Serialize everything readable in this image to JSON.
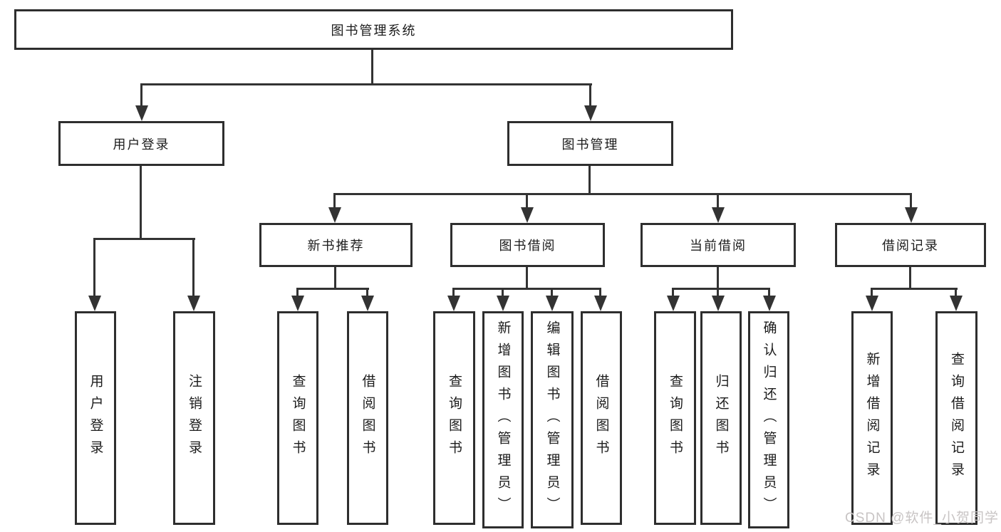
{
  "colors": {
    "line": "#333333",
    "box_border": "#2e2e2e",
    "text": "#1c1c1c",
    "background": "#ffffff",
    "watermark_text_color": "#c8c4c4"
  },
  "tree": {
    "label": "图书管理系统",
    "children": [
      {
        "label": "用户登录",
        "children": [
          {
            "label": "用户登录"
          },
          {
            "label": "注销登录"
          }
        ]
      },
      {
        "label": "图书管理",
        "children": [
          {
            "label": "新书推荐",
            "children": [
              {
                "label": "查询图书"
              },
              {
                "label": "借阅图书"
              }
            ]
          },
          {
            "label": "图书借阅",
            "children": [
              {
                "label": "查询图书"
              },
              {
                "label": "新增图书（管理员）"
              },
              {
                "label": "编辑图书（管理员）"
              },
              {
                "label": "借阅图书"
              }
            ]
          },
          {
            "label": "当前借阅",
            "children": [
              {
                "label": "查询图书"
              },
              {
                "label": "归还图书"
              },
              {
                "label": "确认归还（管理员）"
              }
            ]
          },
          {
            "label": "借阅记录",
            "children": [
              {
                "label": "新增借阅记录"
              },
              {
                "label": "查询借阅记录"
              }
            ]
          }
        ]
      }
    ]
  },
  "watermark": {
    "text": "CSDN @软件_小贺同学"
  }
}
